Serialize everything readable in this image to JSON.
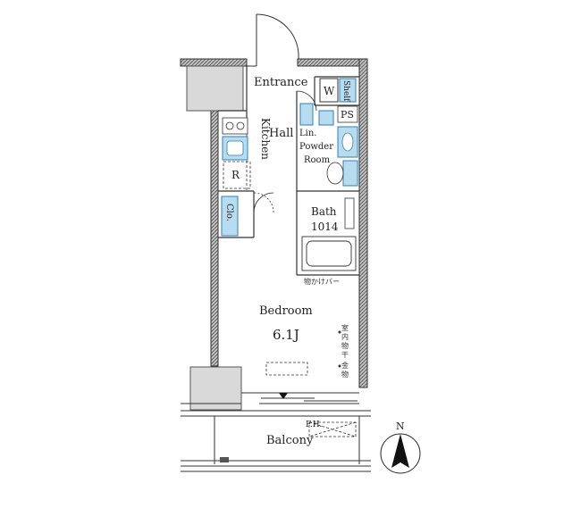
{
  "floor_plan": {
    "rooms": {
      "entrance": "Entrance",
      "hall": "Hall",
      "kitchen": "Kitchen",
      "refrigerator": "R",
      "closet": "Clo.",
      "linen": "Lin.",
      "powder_room_line1": "Powder",
      "powder_room_line2": "Room",
      "washer": "W",
      "shelf": "Shelf",
      "pipe_space": "PS",
      "bath": "Bath",
      "bath_size": "1014",
      "bedroom": "Bedroom",
      "bedroom_size": "6.1J",
      "balcony": "Balcony",
      "fire_escape": "F.H."
    },
    "annotations": {
      "hanging_bar": "物かけバー",
      "indoor_drying": [
        "室",
        "内",
        "物",
        "干",
        "金",
        "物"
      ]
    },
    "compass": {
      "label": "N"
    },
    "colors": {
      "wall": "#9a9a9a",
      "wall_edge": "#333333",
      "fixture": "#b8dcef",
      "fixture_edge": "#2f7fb0",
      "line": "#333333"
    }
  }
}
